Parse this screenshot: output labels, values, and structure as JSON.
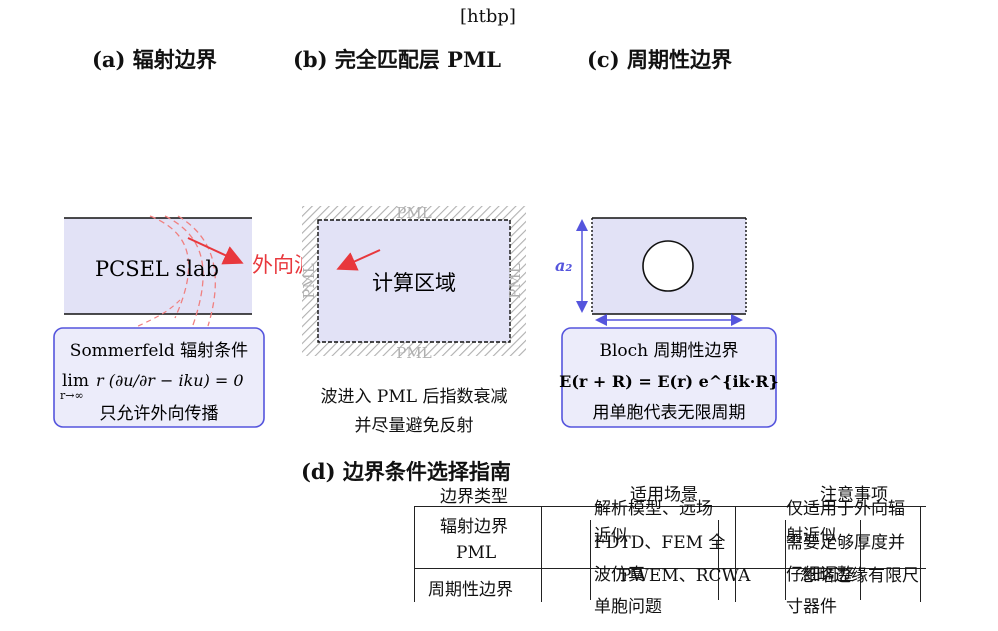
{
  "float_spec": "[htbp]",
  "panels": {
    "a": {
      "title": "(a) 辐射边界",
      "slab_label": "PCSEL slab",
      "wave_label": "外向波",
      "box_line1": "Sommerfeld 辐射条件",
      "box_line2_lim": "lim",
      "box_line2_sub": "r→∞",
      "box_line2_expr": "r (∂u/∂r − iku) = 0",
      "box_line3": "只允许外向传播"
    },
    "b": {
      "title": "(b) 完全匹配层 PML",
      "pml_top": "PML",
      "pml_bottom": "PML",
      "pml_left": "PML",
      "pml_right": "PML",
      "domain_label": "计算区域",
      "caption_line1": "波进入 PML 后指数衰减",
      "caption_line2": "并尽量避免反射"
    },
    "c": {
      "title": "(c) 周期性边界",
      "period_label": "a₂",
      "box_line1": "Bloch 周期性边界",
      "box_line2": "E(r + R) = E(r) e^{ik·R}",
      "box_line3": "用单胞代表无限周期"
    }
  },
  "guide": {
    "title": "(d) 边界条件选择指南",
    "headers": [
      "边界类型",
      "适用场景",
      "注意事项"
    ],
    "rows": [
      {
        "type_a": "辐射边界",
        "type_b": "PML",
        "scene": [
          "解析模型、远场",
          "近似",
          "FDTD、FEM 全",
          "波仿真"
        ],
        "note": [
          "仅适用于外向辐",
          "射近似",
          "需要足够厚度并",
          "仔细调整"
        ]
      },
      {
        "type_a": "周期性边界",
        "scene_extra": [
          "PWEM、RCWA",
          "单胞问题"
        ],
        "note_extra": [
          "忽略边缘有限尺",
          "寸器件"
        ]
      }
    ]
  },
  "colors": {
    "slab_fill": "#e2e2f6",
    "box_border": "#5555dd",
    "wave_red": "#e8383d",
    "dashed_red": "#f08080",
    "pml_hatch": "#b5b5b5",
    "arrow_blue": "#5555dd"
  }
}
